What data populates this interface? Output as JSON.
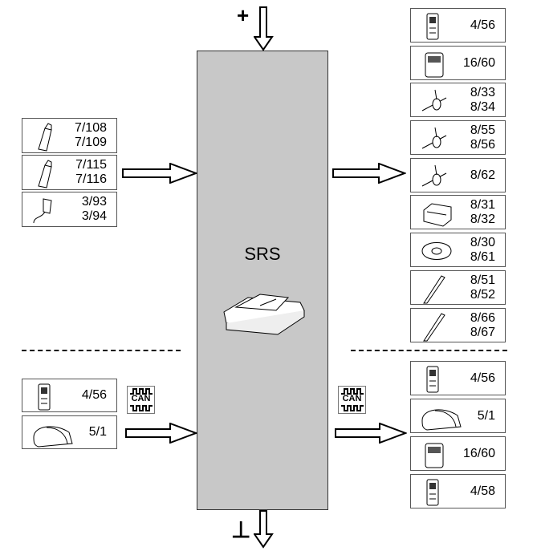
{
  "ecu": {
    "label": "SRS"
  },
  "power": {
    "plus": "+",
    "ground": "⊥"
  },
  "can_label": "CAN",
  "inputs_top": [
    {
      "icon": "pretensioner-icon",
      "label": "7/108\n7/109"
    },
    {
      "icon": "pretensioner-icon",
      "label": "7/115\n7/116"
    },
    {
      "icon": "buckle-switch-icon",
      "label": "3/93\n3/94"
    }
  ],
  "inputs_bottom": [
    {
      "icon": "control-unit-icon",
      "label": "4/56"
    },
    {
      "icon": "instrument-cluster-icon",
      "label": "5/1"
    }
  ],
  "outputs_top": [
    {
      "icon": "control-unit-icon",
      "label": "4/56"
    },
    {
      "icon": "control-module-icon",
      "label": "16/60"
    },
    {
      "icon": "igniter-icon",
      "label": "8/33\n8/34"
    },
    {
      "icon": "igniter-icon",
      "label": "8/55\n8/56"
    },
    {
      "icon": "igniter-icon",
      "label": "8/62"
    },
    {
      "icon": "airbag-module-icon",
      "label": "8/31\n8/32"
    },
    {
      "icon": "steering-airbag-icon",
      "label": "8/30\n8/61"
    },
    {
      "icon": "curtain-airbag-icon",
      "label": "8/51\n8/52"
    },
    {
      "icon": "curtain-airbag-icon",
      "label": "8/66\n8/67"
    }
  ],
  "outputs_bottom": [
    {
      "icon": "control-unit-icon",
      "label": "4/56"
    },
    {
      "icon": "instrument-cluster-icon",
      "label": "5/1"
    },
    {
      "icon": "control-module-icon",
      "label": "16/60"
    },
    {
      "icon": "control-unit-icon",
      "label": "4/58"
    }
  ]
}
